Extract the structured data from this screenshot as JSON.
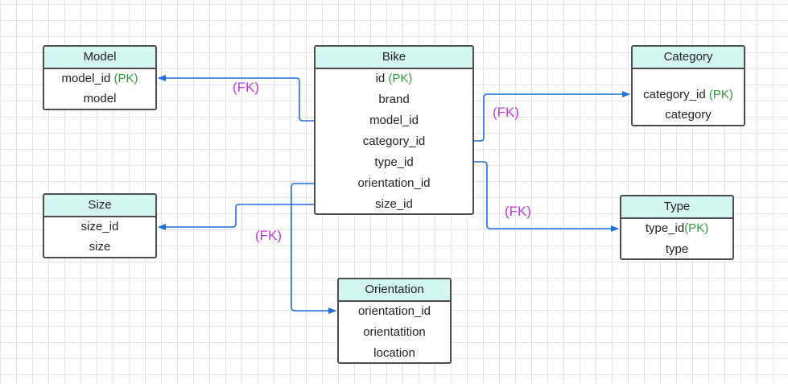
{
  "colors": {
    "header_fill": "#d3f7f0",
    "connector": "#1e6fdc",
    "pk": "#2e9b3b",
    "fk": "#c03ae0",
    "border": "#4d4d4d"
  },
  "entities": {
    "model": {
      "title": "Model",
      "fields": [
        {
          "name": "model_id ",
          "pk": "(PK)"
        },
        {
          "name": "model",
          "pk": ""
        }
      ]
    },
    "bike": {
      "title": "Bike",
      "fields": [
        {
          "name": "id ",
          "pk": "(PK)"
        },
        {
          "name": "brand",
          "pk": ""
        },
        {
          "name": "model_id",
          "pk": ""
        },
        {
          "name": "category_id",
          "pk": ""
        },
        {
          "name": "type_id",
          "pk": ""
        },
        {
          "name": "orientation_id",
          "pk": ""
        },
        {
          "name": "size_id",
          "pk": ""
        }
      ]
    },
    "category": {
      "title": "Category",
      "fields": [
        {
          "name": "category_id ",
          "pk": "(PK)"
        },
        {
          "name": "category",
          "pk": ""
        }
      ]
    },
    "size": {
      "title": "Size",
      "fields": [
        {
          "name": "size_id",
          "pk": ""
        },
        {
          "name": "size",
          "pk": ""
        }
      ]
    },
    "type": {
      "title": "Type",
      "fields": [
        {
          "name": "type_id",
          "pk": "(PK)"
        },
        {
          "name": "type",
          "pk": ""
        }
      ]
    },
    "orientation": {
      "title": "Orientation",
      "fields": [
        {
          "name": "orientation_id",
          "pk": ""
        },
        {
          "name": "orientatition",
          "pk": ""
        },
        {
          "name": "location",
          "pk": ""
        }
      ]
    }
  },
  "fk_labels": {
    "model": "(FK)",
    "category": "(FK)",
    "type": "(FK)",
    "size": "(FK)"
  }
}
